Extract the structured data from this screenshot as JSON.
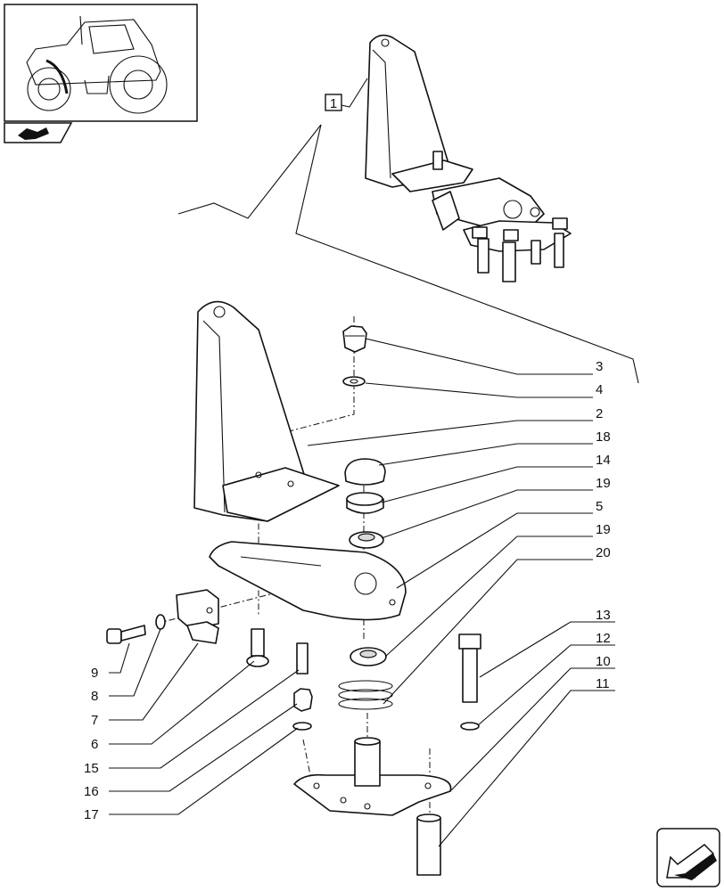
{
  "assembly_ref": "1",
  "callouts": [
    {
      "id": "c3",
      "label": "3"
    },
    {
      "id": "c4",
      "label": "4"
    },
    {
      "id": "c2",
      "label": "2"
    },
    {
      "id": "c18",
      "label": "18"
    },
    {
      "id": "c14",
      "label": "14"
    },
    {
      "id": "c19a",
      "label": "19"
    },
    {
      "id": "c5",
      "label": "5"
    },
    {
      "id": "c19b",
      "label": "19"
    },
    {
      "id": "c20",
      "label": "20"
    },
    {
      "id": "c13",
      "label": "13"
    },
    {
      "id": "c12",
      "label": "12"
    },
    {
      "id": "c10",
      "label": "10"
    },
    {
      "id": "c11",
      "label": "11"
    },
    {
      "id": "c9",
      "label": "9"
    },
    {
      "id": "c8",
      "label": "8"
    },
    {
      "id": "c7",
      "label": "7"
    },
    {
      "id": "c6",
      "label": "6"
    },
    {
      "id": "c15",
      "label": "15"
    },
    {
      "id": "c16",
      "label": "16"
    },
    {
      "id": "c17",
      "label": "17"
    }
  ],
  "icons": {
    "thumbnail": "tractor-thumbnail-icon",
    "section": "section-book-icon",
    "next": "next-page-arrow-icon"
  }
}
